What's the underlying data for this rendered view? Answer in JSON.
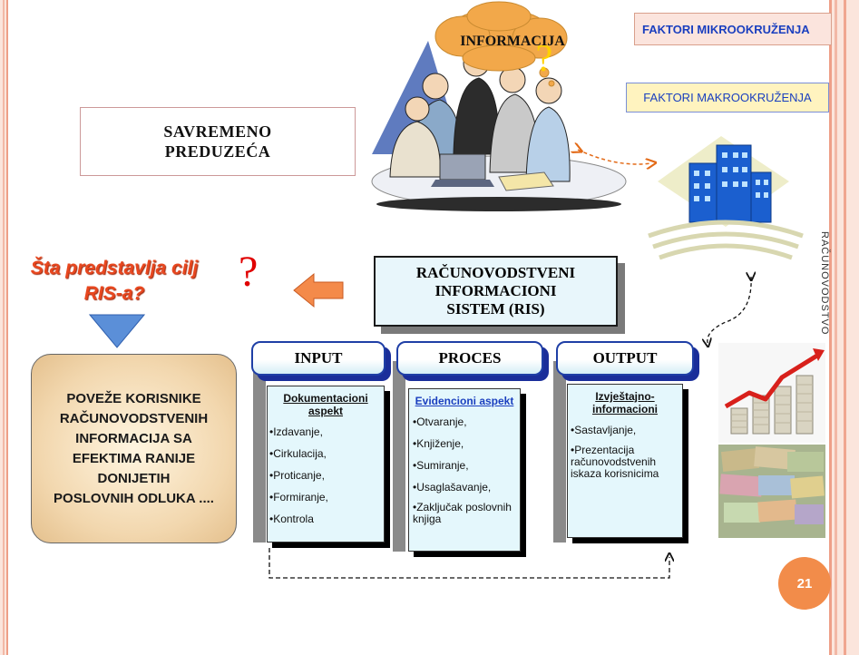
{
  "boxes": {
    "savremeno": "SAVREMENO\nPREDUZEĆA",
    "mikro": "FAKTORI MIKROOKRUŽENJA",
    "makro": "FAKTORI MAKROOKRUŽENJA",
    "informacija": "INFORMACIJA",
    "informacija_mark": "?",
    "ris": [
      "RAČUNOVODSTVENI",
      "INFORMACIONI",
      "SISTEM (RIS)"
    ]
  },
  "question": {
    "line1": "Šta predstavlja cilj",
    "line2": "RIS-a?",
    "mark": "?"
  },
  "goal": "POVEŽE KORISNIKE\nRAČUNOVODSTVENIH\nINFORMACIJA SA\nEFEKTIMA RANIJE\nDONIJETIH\nPOSLOVNIH ODLUKA ....",
  "columns": [
    {
      "head": "INPUT",
      "title": "Dokumentacioni aspekt",
      "items": [
        "•Izdavanje,",
        "•Cirkulacija,",
        "•Proticanje,",
        "•Formiranje,",
        "•Kontrola"
      ]
    },
    {
      "head": "PROCES",
      "title": "Evidencioni aspekt",
      "items": [
        "•Otvaranje,",
        "•Knjiženje,",
        "•Sumiranje,",
        "•Usaglašavanje,",
        "•Zaključak poslovnih knjiga"
      ]
    },
    {
      "head": "OUTPUT",
      "title": "Izvještajno-informacioni",
      "items": [
        "•Sastavljanje,",
        "•Prezentacija računovodstvenih iskaza korisnicima"
      ]
    }
  ],
  "side_label": "RAČUNOVODSTVO",
  "page_number": "21",
  "colors": {
    "accent_orange": "#f28c4a",
    "blue": "#1a3fbf",
    "question_orange": "#e8471f"
  }
}
